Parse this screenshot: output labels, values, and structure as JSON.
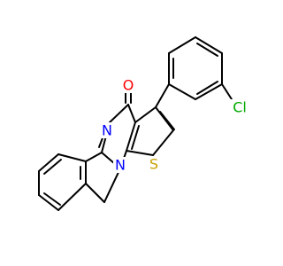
{
  "molecule": {
    "atoms": {
      "oxygen": {
        "label": "O",
        "color": "#ff0000"
      },
      "nitrogen_imine": {
        "label": "N",
        "color": "#0000ff"
      },
      "nitrogen_ring": {
        "label": "N",
        "color": "#0000ff"
      },
      "sulfur": {
        "label": "S",
        "color": "#c8a000"
      },
      "chlorine": {
        "label": "Cl",
        "color": "#00aa00"
      }
    },
    "bond_color": "#000000"
  }
}
